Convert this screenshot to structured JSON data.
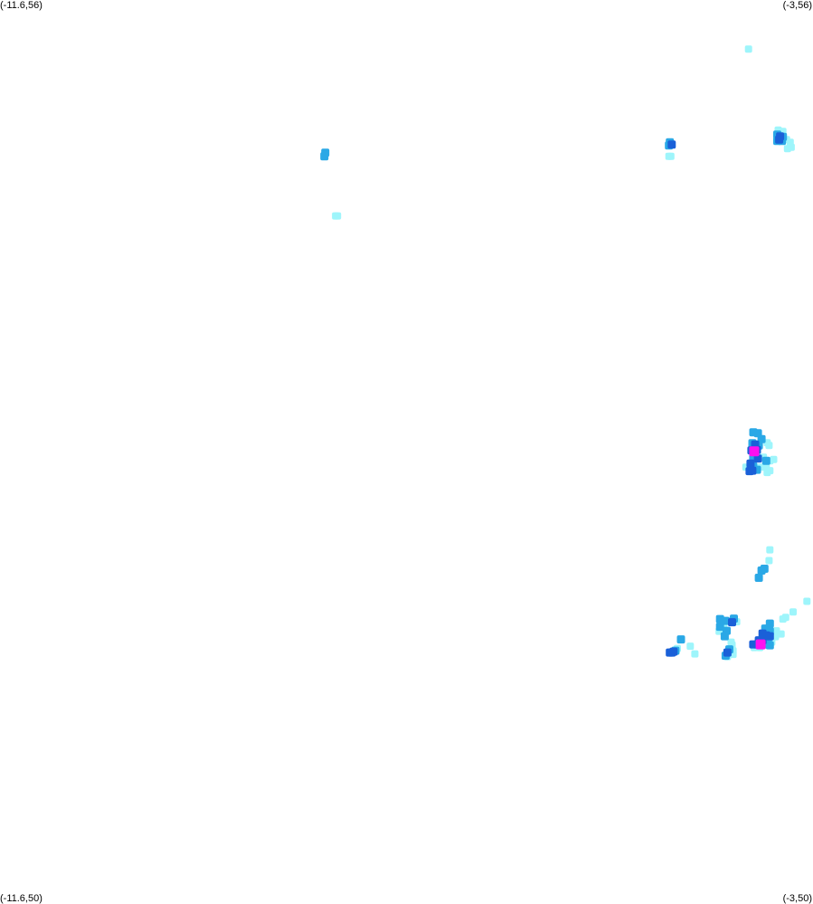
{
  "map": {
    "corners": {
      "top_left": "(-11.6,56)",
      "top_right": "(-3,56)",
      "bottom_left": "(-11.6,50)",
      "bottom_right": "(-3,50)"
    },
    "bounds": {
      "lon_min": -11.6,
      "lon_max": -3,
      "lat_min": 50,
      "lat_max": 56
    },
    "colors": {
      "low": "#9ef5fb",
      "mid": "#2aa8e6",
      "high": "#1a60d8",
      "peak": "#ff10f0",
      "background": "#ffffff"
    },
    "cells": [
      {
        "lon": -3.682,
        "lat": 55.674,
        "level": "low"
      },
      {
        "lon": -3.368,
        "lat": 55.137,
        "level": "low"
      },
      {
        "lon": -3.319,
        "lat": 55.128,
        "level": "low"
      },
      {
        "lon": -3.378,
        "lat": 55.107,
        "level": "mid"
      },
      {
        "lon": -3.348,
        "lat": 55.095,
        "level": "high"
      },
      {
        "lon": -3.319,
        "lat": 55.092,
        "level": "mid"
      },
      {
        "lon": -3.358,
        "lat": 55.074,
        "level": "high"
      },
      {
        "lon": -3.329,
        "lat": 55.065,
        "level": "mid"
      },
      {
        "lon": -3.28,
        "lat": 55.074,
        "level": "low"
      },
      {
        "lon": -3.378,
        "lat": 55.065,
        "level": "mid"
      },
      {
        "lon": -3.241,
        "lat": 55.056,
        "level": "low"
      },
      {
        "lon": -3.27,
        "lat": 55.014,
        "level": "low"
      },
      {
        "lon": -3.231,
        "lat": 55.023,
        "level": "low"
      },
      {
        "lon": -4.524,
        "lat": 55.035,
        "level": "mid"
      },
      {
        "lon": -4.494,
        "lat": 55.041,
        "level": "high"
      },
      {
        "lon": -4.514,
        "lat": 55.056,
        "level": "mid"
      },
      {
        "lon": -4.504,
        "lat": 54.962,
        "level": "low"
      },
      {
        "lon": -4.524,
        "lat": 54.962,
        "level": "low"
      },
      {
        "lon": -8.169,
        "lat": 54.962,
        "level": "mid"
      },
      {
        "lon": -8.159,
        "lat": 54.986,
        "level": "mid"
      },
      {
        "lon": -8.05,
        "lat": 54.567,
        "level": "low"
      },
      {
        "lon": -8.03,
        "lat": 54.567,
        "level": "low"
      },
      {
        "lon": -3.631,
        "lat": 53.131,
        "level": "mid"
      },
      {
        "lon": -3.583,
        "lat": 53.125,
        "level": "mid"
      },
      {
        "lon": -3.544,
        "lat": 53.086,
        "level": "mid"
      },
      {
        "lon": -3.641,
        "lat": 53.059,
        "level": "mid"
      },
      {
        "lon": -3.612,
        "lat": 53.05,
        "level": "high"
      },
      {
        "lon": -3.573,
        "lat": 53.044,
        "level": "mid"
      },
      {
        "lon": -3.651,
        "lat": 53.011,
        "level": "high"
      },
      {
        "lon": -3.622,
        "lat": 53.005,
        "level": "peak"
      },
      {
        "lon": -3.593,
        "lat": 53.014,
        "level": "high"
      },
      {
        "lon": -3.485,
        "lat": 53.062,
        "level": "low"
      },
      {
        "lon": -3.465,
        "lat": 53.044,
        "level": "low"
      },
      {
        "lon": -3.632,
        "lat": 52.963,
        "level": "mid"
      },
      {
        "lon": -3.583,
        "lat": 52.957,
        "level": "high"
      },
      {
        "lon": -3.524,
        "lat": 52.966,
        "level": "low"
      },
      {
        "lon": -3.495,
        "lat": 52.942,
        "level": "mid"
      },
      {
        "lon": -3.456,
        "lat": 52.942,
        "level": "low"
      },
      {
        "lon": -3.416,
        "lat": 52.951,
        "level": "low"
      },
      {
        "lon": -3.661,
        "lat": 52.924,
        "level": "high"
      },
      {
        "lon": -3.632,
        "lat": 52.906,
        "level": "mid"
      },
      {
        "lon": -3.671,
        "lat": 52.873,
        "level": "high"
      },
      {
        "lon": -3.642,
        "lat": 52.876,
        "level": "high"
      },
      {
        "lon": -3.593,
        "lat": 52.882,
        "level": "mid"
      },
      {
        "lon": -3.554,
        "lat": 52.9,
        "level": "low"
      },
      {
        "lon": -3.495,
        "lat": 52.9,
        "level": "low"
      },
      {
        "lon": -3.456,
        "lat": 52.876,
        "level": "low"
      },
      {
        "lon": -3.485,
        "lat": 52.864,
        "level": "low"
      },
      {
        "lon": -3.71,
        "lat": 52.9,
        "level": "low"
      },
      {
        "lon": -3.456,
        "lat": 52.351,
        "level": "low"
      },
      {
        "lon": -3.465,
        "lat": 52.279,
        "level": "low"
      },
      {
        "lon": -3.514,
        "lat": 52.225,
        "level": "mid"
      },
      {
        "lon": -3.544,
        "lat": 52.213,
        "level": "mid"
      },
      {
        "lon": -3.573,
        "lat": 52.165,
        "level": "mid"
      },
      {
        "lon": -3.064,
        "lat": 52.009,
        "level": "low"
      },
      {
        "lon": -3.21,
        "lat": 51.939,
        "level": "low"
      },
      {
        "lon": -3.289,
        "lat": 51.903,
        "level": "low"
      },
      {
        "lon": -3.319,
        "lat": 51.891,
        "level": "low"
      },
      {
        "lon": -3.456,
        "lat": 51.861,
        "level": "mid"
      },
      {
        "lon": -3.505,
        "lat": 51.828,
        "level": "mid"
      },
      {
        "lon": -3.485,
        "lat": 51.813,
        "level": "mid"
      },
      {
        "lon": -3.456,
        "lat": 51.81,
        "level": "mid"
      },
      {
        "lon": -3.534,
        "lat": 51.795,
        "level": "high"
      },
      {
        "lon": -3.495,
        "lat": 51.783,
        "level": "high"
      },
      {
        "lon": -3.456,
        "lat": 51.777,
        "level": "high"
      },
      {
        "lon": -3.475,
        "lat": 51.75,
        "level": "mid"
      },
      {
        "lon": -3.573,
        "lat": 51.75,
        "level": "high"
      },
      {
        "lon": -3.534,
        "lat": 51.75,
        "level": "high"
      },
      {
        "lon": -3.554,
        "lat": 51.723,
        "level": "peak"
      },
      {
        "lon": -3.593,
        "lat": 51.723,
        "level": "high"
      },
      {
        "lon": -3.632,
        "lat": 51.723,
        "level": "high"
      },
      {
        "lon": -3.495,
        "lat": 51.723,
        "level": "mid"
      },
      {
        "lon": -3.456,
        "lat": 51.717,
        "level": "mid"
      },
      {
        "lon": -3.436,
        "lat": 51.738,
        "level": "low"
      },
      {
        "lon": -3.622,
        "lat": 51.702,
        "level": "low"
      },
      {
        "lon": -3.563,
        "lat": 51.702,
        "level": "low"
      },
      {
        "lon": -3.397,
        "lat": 51.774,
        "level": "low"
      },
      {
        "lon": -3.338,
        "lat": 51.792,
        "level": "low"
      },
      {
        "lon": -3.387,
        "lat": 51.813,
        "level": "low"
      },
      {
        "lon": -3.837,
        "lat": 51.894,
        "level": "mid"
      },
      {
        "lon": -3.856,
        "lat": 51.87,
        "level": "high"
      },
      {
        "lon": -3.807,
        "lat": 51.873,
        "level": "low"
      },
      {
        "lon": -3.924,
        "lat": 51.879,
        "level": "mid"
      },
      {
        "lon": -3.983,
        "lat": 51.891,
        "level": "mid"
      },
      {
        "lon": -3.944,
        "lat": 51.846,
        "level": "low"
      },
      {
        "lon": -3.993,
        "lat": 51.81,
        "level": "low"
      },
      {
        "lon": -3.944,
        "lat": 51.81,
        "level": "low"
      },
      {
        "lon": -3.914,
        "lat": 51.813,
        "level": "mid"
      },
      {
        "lon": -3.983,
        "lat": 51.84,
        "level": "mid"
      },
      {
        "lon": -3.934,
        "lat": 51.777,
        "level": "mid"
      },
      {
        "lon": -3.866,
        "lat": 51.738,
        "level": "low"
      },
      {
        "lon": -3.856,
        "lat": 51.72,
        "level": "low"
      },
      {
        "lon": -4.397,
        "lat": 51.756,
        "level": "mid"
      },
      {
        "lon": -4.514,
        "lat": 51.669,
        "level": "high"
      },
      {
        "lon": -4.494,
        "lat": 51.669,
        "level": "high"
      },
      {
        "lon": -4.475,
        "lat": 51.675,
        "level": "high"
      },
      {
        "lon": -4.455,
        "lat": 51.681,
        "level": "mid"
      },
      {
        "lon": -4.435,
        "lat": 51.696,
        "level": "low"
      },
      {
        "lon": -4.298,
        "lat": 51.711,
        "level": "low"
      },
      {
        "lon": -4.249,
        "lat": 51.66,
        "level": "low"
      },
      {
        "lon": -3.905,
        "lat": 51.669,
        "level": "high"
      },
      {
        "lon": -3.885,
        "lat": 51.69,
        "level": "mid"
      },
      {
        "lon": -3.924,
        "lat": 51.648,
        "level": "mid"
      },
      {
        "lon": -3.846,
        "lat": 51.681,
        "level": "low"
      },
      {
        "lon": -3.846,
        "lat": 51.657,
        "level": "low"
      },
      {
        "lon": -3.905,
        "lat": 51.642,
        "level": "low"
      }
    ]
  }
}
